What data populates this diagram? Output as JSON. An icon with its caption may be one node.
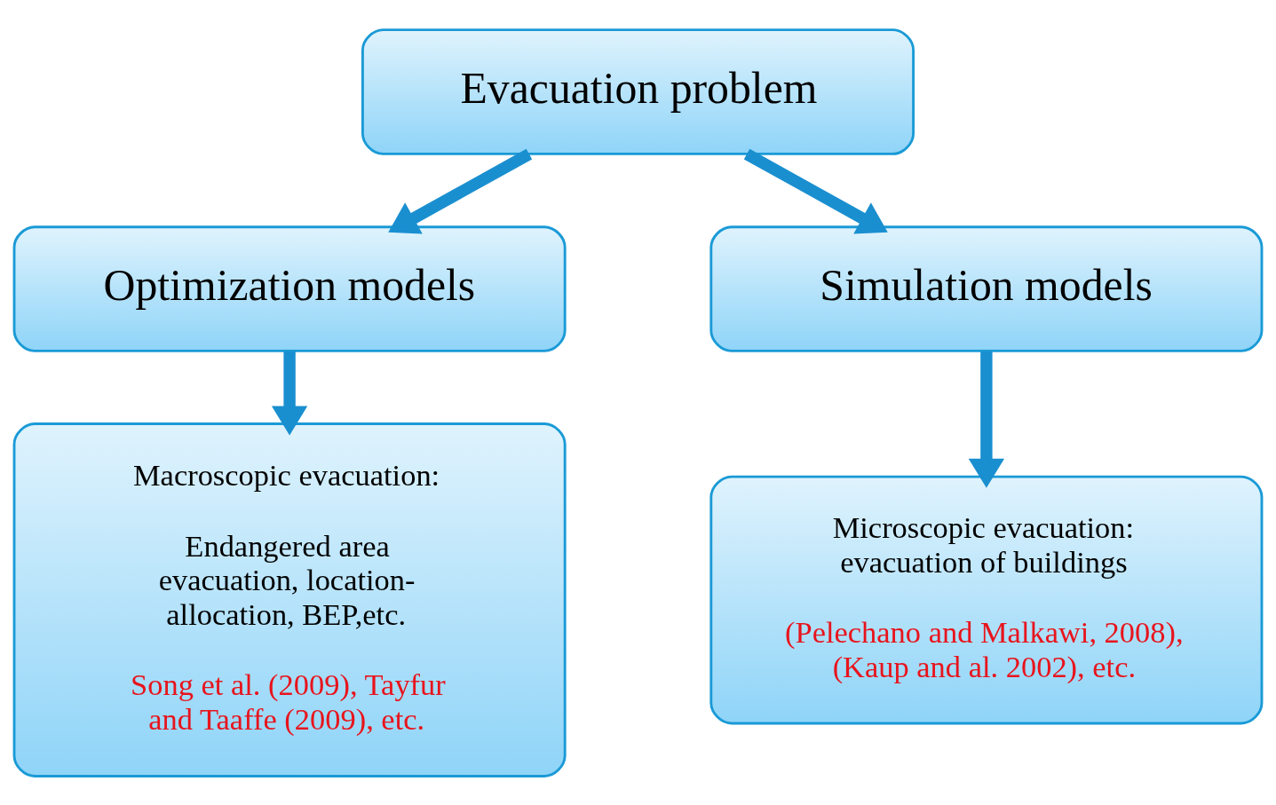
{
  "diagram": {
    "nodes": [
      {
        "text": [
          "Evacuation problem"
        ]
      },
      {
        "text": [
          "Optimization models"
        ]
      },
      {
        "text": [
          "Simulation models"
        ]
      },
      {
        "text": [
          "Macroscopic evacuation:",
          "Endangered area evacuation, location-allocation, BEP,etc.",
          "Song et al. (2009), Tayfur and Taaffe (2009), etc."
        ]
      },
      {
        "text": [
          "Microscopic evacuation: evacuation of buildings",
          "(Pelechano and Malkawi, 2008), (Kaup and al. 2002), etc."
        ]
      }
    ],
    "edges": [
      {
        "from": 0,
        "to": 1,
        "arrow": "to"
      },
      {
        "from": 0,
        "to": 2,
        "arrow": "to"
      },
      {
        "from": 1,
        "to": 3,
        "arrow": "to"
      },
      {
        "from": 2,
        "to": 4,
        "arrow": "to"
      }
    ]
  }
}
